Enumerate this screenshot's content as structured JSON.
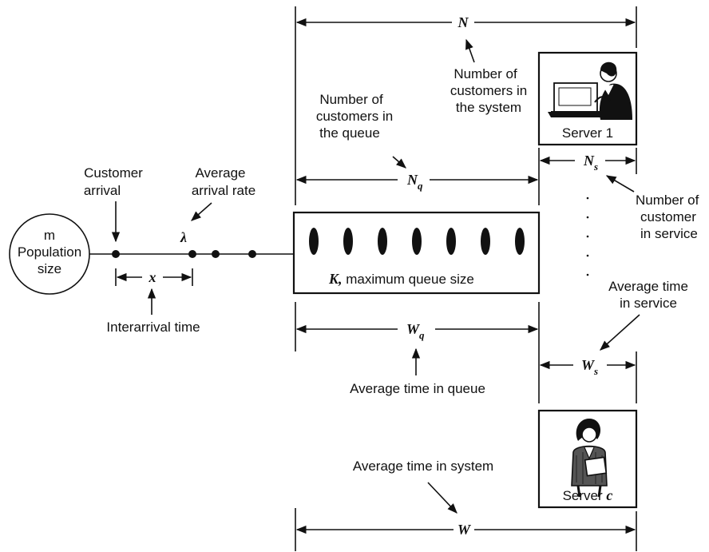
{
  "population": {
    "line1": "m",
    "line2": "Population",
    "line3": "size"
  },
  "labels": {
    "customer_arrival_1": "Customer",
    "customer_arrival_2": "arrival",
    "avg_arrival_rate_1": "Average",
    "avg_arrival_rate_2": "arrival rate",
    "interarrival_time": "Interarrival time",
    "queue_count_1": "Number of",
    "queue_count_2": "customers in",
    "queue_count_3": "the queue",
    "system_count_1": "Number of",
    "system_count_2": "customers in",
    "system_count_3": "the system",
    "service_count_1": "Number of",
    "service_count_2": "customer",
    "service_count_3": "in service",
    "avg_time_service_1": "Average time",
    "avg_time_service_2": "in service",
    "avg_time_queue": "Average time in queue",
    "avg_time_system": "Average time in system",
    "queue_capacity_sym": "K,",
    "queue_capacity_text": " maximum queue size"
  },
  "symbols": {
    "lambda": "λ",
    "x": "x",
    "N": "N",
    "Nq": "N",
    "Nq_sub": "q",
    "Ns": "N",
    "Ns_sub": "s",
    "Wq": "W",
    "Wq_sub": "q",
    "Ws": "W",
    "Ws_sub": "s",
    "W": "W"
  },
  "servers": {
    "server1": "Server 1",
    "serverc_prefix": "Server ",
    "serverc_var": "c"
  },
  "icons": {
    "server1": "computer-operator-icon",
    "serverc": "person-with-folder-icon"
  }
}
